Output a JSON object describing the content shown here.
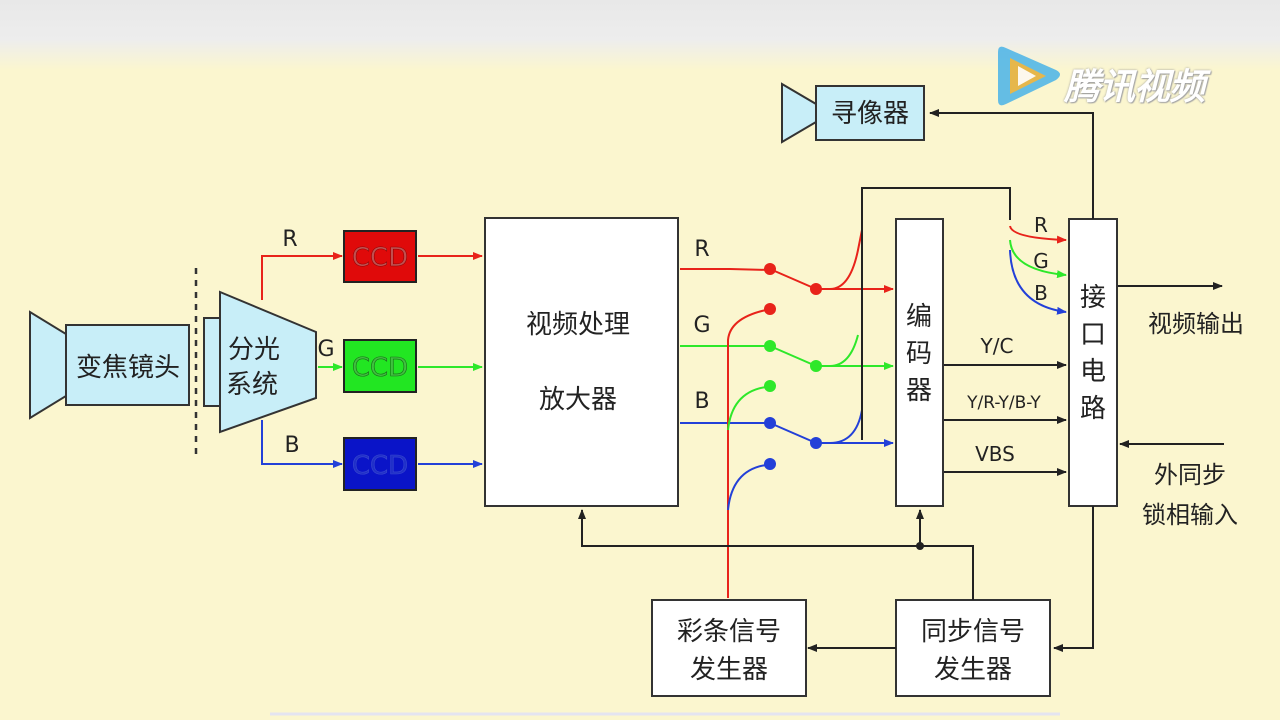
{
  "watermark": {
    "text": "腾讯视频"
  },
  "blocks": {
    "zoom_lens": "变焦镜头",
    "splitter_line1": "分光",
    "splitter_line2": "系统",
    "ccd": "CCD",
    "processor_line1": "视频处理",
    "processor_line2": "放大器",
    "encoder": [
      "编",
      "码",
      "器"
    ],
    "interface": [
      "接",
      "口",
      "电",
      "路"
    ],
    "viewfinder": "寻像器",
    "colorbar_line1": "彩条信号",
    "colorbar_line2": "发生器",
    "sync_line1": "同步信号",
    "sync_line2": "发生器"
  },
  "signals": {
    "r": "R",
    "g": "G",
    "b": "B",
    "yc": "Y/C",
    "yrb": "Y/R-Y/B-Y",
    "vbs": "VBS",
    "video_out": "视频输出",
    "ext_sync_line1": "外同步",
    "ext_sync_line2": "锁相输入"
  },
  "colors": {
    "red": "#e8231a",
    "green": "#2ee82a",
    "blue": "#2340d8",
    "ccd_red": "#e00a0a",
    "ccd_green": "#22e622",
    "ccd_blue": "#0a14c8",
    "light_blue": "#c8eef8",
    "background": "#fbf6cf"
  }
}
